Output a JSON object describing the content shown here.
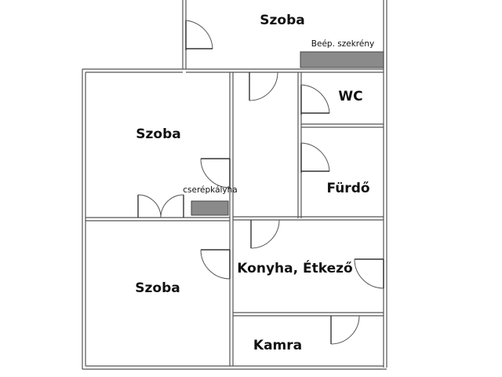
{
  "rooms": {
    "top_room": "Szoba",
    "left_room_upper": "Szoba",
    "left_room_lower": "Szoba",
    "wc": "WC",
    "bathroom": "Fürdő",
    "kitchen": "Konyha, Étkező",
    "pantry": "Kamra"
  },
  "fixtures": {
    "built_in_wardrobe": "Beép. szekrény",
    "tile_stove": "cserépkályha"
  },
  "colors": {
    "wall": "#555555",
    "fixture": "#8a8a8a",
    "background": "#ffffff"
  }
}
